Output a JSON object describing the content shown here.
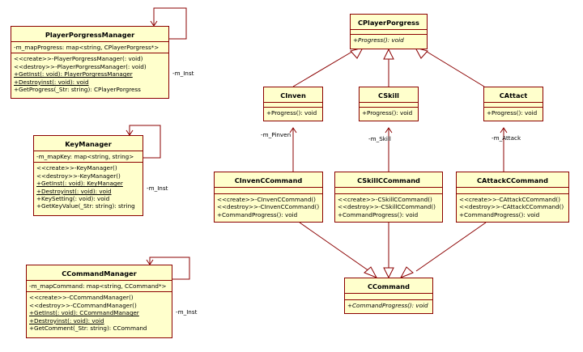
{
  "classes": {
    "ppm": {
      "name": "PlayerPorgressManager",
      "attrs": [
        "-m_mapProgress: map<string, CPlayerPorgress*>"
      ],
      "ops": [
        {
          "text": "<<create>>-PlayerPorgressManager(: void)",
          "u": false,
          "i": false
        },
        {
          "text": "<<destroy>>-PlayerPorgressManager(: void)",
          "u": false,
          "i": false
        },
        {
          "text": "+GetInst(: void): PlayerPorgressManager",
          "u": true,
          "i": false
        },
        {
          "text": "+Destroyinst(: void): void",
          "u": true,
          "i": false
        },
        {
          "text": "+GetProgress(_Str: string): CPlayerPorgress",
          "u": false,
          "i": false
        }
      ]
    },
    "km": {
      "name": "KeyManager",
      "attrs": [
        "-m_mapKey: map<string, string>"
      ],
      "ops": [
        {
          "text": "<<create>>-KeyManager()",
          "u": false,
          "i": false
        },
        {
          "text": "<<destroy>>-KeyManager()",
          "u": false,
          "i": false
        },
        {
          "text": "+GetInst(: void): KeyManager",
          "u": true,
          "i": false
        },
        {
          "text": "+Destroyinst(: void): void",
          "u": true,
          "i": false
        },
        {
          "text": "+KeySetting(: void): void",
          "u": false,
          "i": false
        },
        {
          "text": "+GetKeyValue(_Str: string): string",
          "u": false,
          "i": false
        }
      ]
    },
    "cm": {
      "name": "CCommandManager",
      "attrs": [
        "-m_mapCommand: map<string, CCommand*>"
      ],
      "ops": [
        {
          "text": "<<create>>-CCommandManager()",
          "u": false,
          "i": false
        },
        {
          "text": "<<destroy>>-CCommandManager()",
          "u": false,
          "i": false
        },
        {
          "text": "+GetInst(: void): CCommandManager",
          "u": true,
          "i": false
        },
        {
          "text": "+Destroyinst(: void): void",
          "u": true,
          "i": false
        },
        {
          "text": "+GetComment(_Str: string): CCommand",
          "u": false,
          "i": false
        }
      ]
    },
    "cpp": {
      "name": "CPlayerPorgress",
      "attrs": [],
      "ops": [
        {
          "text": "+Progress(): void",
          "u": false,
          "i": true
        }
      ]
    },
    "cinven": {
      "name": "CInven",
      "attrs": [],
      "ops": [
        {
          "text": "+Progress(): void",
          "u": false,
          "i": false
        }
      ]
    },
    "cskill": {
      "name": "CSkill",
      "attrs": [],
      "ops": [
        {
          "text": "+Progress(): void",
          "u": false,
          "i": false
        }
      ]
    },
    "cattack": {
      "name": "CAttact",
      "attrs": [],
      "ops": [
        {
          "text": "+Progress(): void",
          "u": false,
          "i": false
        }
      ]
    },
    "cinvencmd": {
      "name": "CInvenCCommand",
      "attrs": [],
      "ops": [
        {
          "text": "<<create>>-CInvenCCommand()",
          "u": false,
          "i": false
        },
        {
          "text": "<<destroy>>-CInvenCCommand()",
          "u": false,
          "i": false
        },
        {
          "text": "+CommandProgress(): void",
          "u": false,
          "i": false
        }
      ]
    },
    "cskillcmd": {
      "name": "CSkillCCommand",
      "attrs": [],
      "ops": [
        {
          "text": "<<create>>-CSkillCCommand()",
          "u": false,
          "i": false
        },
        {
          "text": "<<destroy>>-CSkillCCommand()",
          "u": false,
          "i": false
        },
        {
          "text": "+CommandProgress(): void",
          "u": false,
          "i": false
        }
      ]
    },
    "cattackcmd": {
      "name": "CAttackCCommand",
      "attrs": [],
      "ops": [
        {
          "text": "<<create>>-CAttackCCommand()",
          "u": false,
          "i": false
        },
        {
          "text": "<<destroy>>-CAttackCCommand()",
          "u": false,
          "i": false
        },
        {
          "text": "+CommandProgress(): void",
          "u": false,
          "i": false
        }
      ]
    },
    "ccommand": {
      "name": "CCommand",
      "attrs": [],
      "ops": [
        {
          "text": "+CommandProgress(): void",
          "u": false,
          "i": true
        }
      ]
    }
  },
  "labels": {
    "ppm_inst": "-m_Inst",
    "km_inst": "-m_Inst",
    "cm_inst": "-m_Inst",
    "pinven": "-m_Pinven",
    "skill": "-m_Skill",
    "attack": "-m_Attack"
  },
  "colors": {
    "box_fill": "#ffffcc",
    "border": "#8b0000",
    "line": "#8b0000"
  }
}
